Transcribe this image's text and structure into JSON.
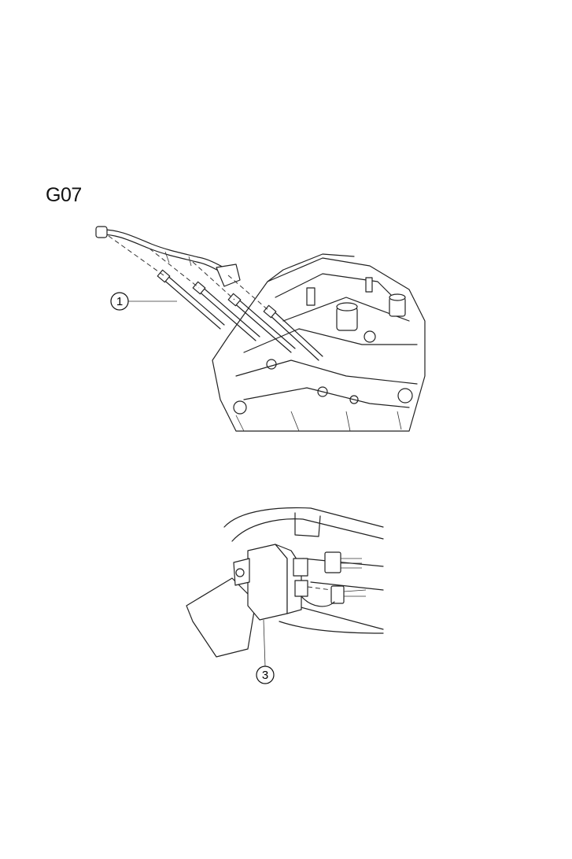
{
  "page_code": "G07",
  "callouts": {
    "glow_plug": "1",
    "blower_resistor": "3"
  }
}
